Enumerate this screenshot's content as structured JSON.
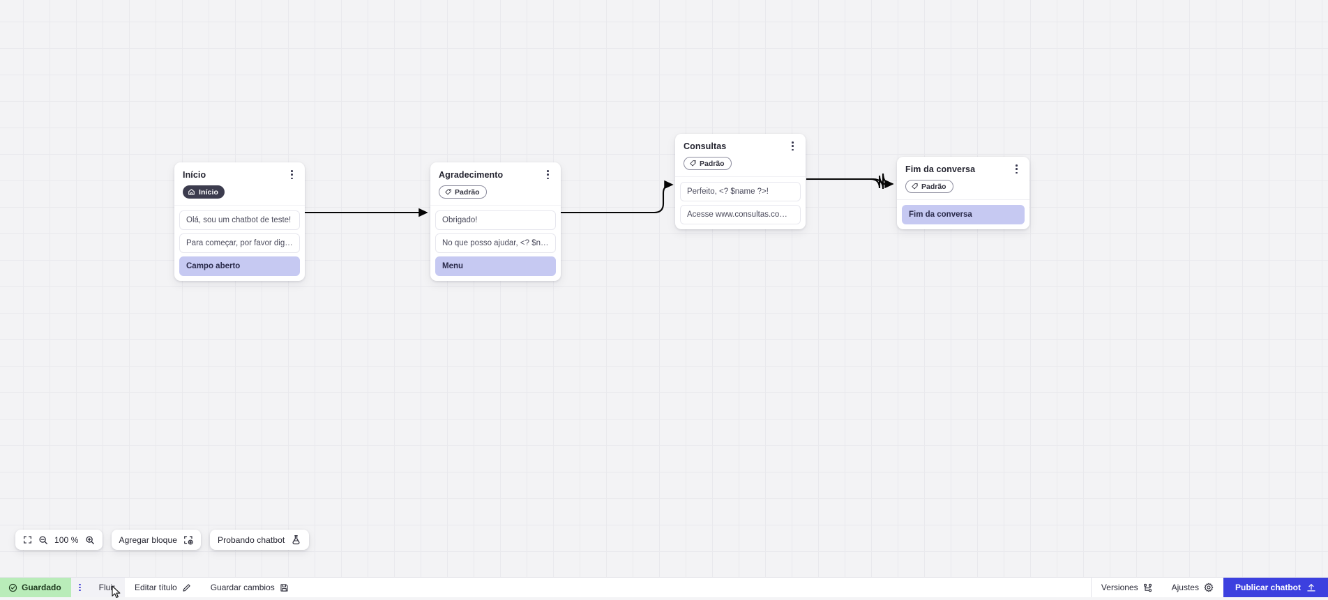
{
  "canvas": {
    "grid": true,
    "background_color": "#f3f3f5",
    "grid_color": "#e9e9ed",
    "accent_color": "#3c40df",
    "node_accent_row_color": "#c6c9f2"
  },
  "nodes": [
    {
      "id": "inicio",
      "title": "Início",
      "badge": {
        "type": "start",
        "label": "Início",
        "icon": "home-icon"
      },
      "rows": [
        {
          "text": "Olá, sou um chatbot de teste!",
          "accent": false
        },
        {
          "text": "Para começar, por favor digite o ...",
          "accent": false
        },
        {
          "text": "Campo aberto",
          "accent": true
        }
      ],
      "menu_icon": "kebab-menu-icon"
    },
    {
      "id": "agradecimento",
      "title": "Agradecimento",
      "badge": {
        "type": "default",
        "label": "Padrão",
        "icon": "tag-icon"
      },
      "rows": [
        {
          "text": "Obrigado!",
          "accent": false
        },
        {
          "text": "No que posso ajudar, <? $name ...",
          "accent": false
        },
        {
          "text": "Menu",
          "accent": true
        }
      ],
      "menu_icon": "kebab-menu-icon"
    },
    {
      "id": "consultas",
      "title": "Consultas",
      "badge": {
        "type": "default",
        "label": "Padrão",
        "icon": "tag-icon"
      },
      "rows": [
        {
          "text": "Perfeito, <? $name ?>!",
          "accent": false
        },
        {
          "text": "Acesse www.consultas.com par...",
          "accent": false
        }
      ],
      "menu_icon": "kebab-menu-icon"
    },
    {
      "id": "fim",
      "title": "Fim da conversa",
      "badge": {
        "type": "default",
        "label": "Padrão",
        "icon": "tag-icon"
      },
      "rows": [
        {
          "text": "Fim da conversa",
          "accent": true
        }
      ],
      "menu_icon": "kebab-menu-icon"
    }
  ],
  "toolbar": {
    "fullscreen_icon": "fullscreen-icon",
    "zoom_out_icon": "zoom-out-icon",
    "zoom_level": "100 %",
    "zoom_in_icon": "zoom-in-icon",
    "add_block_label": "Agregar bloque",
    "add_block_icon": "add-block-icon",
    "test_chatbot_label": "Probando chatbot",
    "test_chatbot_icon": "flask-icon"
  },
  "bottom_bar": {
    "saved_label": "Guardado",
    "saved_icon": "check-circle-icon",
    "saved_color": "#b9ecb9",
    "kebab_icon": "kebab-menu-icon",
    "flow_tab_label": "Fluir",
    "edit_title_label": "Editar título",
    "edit_title_icon": "pencil-icon",
    "save_changes_label": "Guardar cambios",
    "save_changes_icon": "save-icon",
    "versions_label": "Versiones",
    "versions_icon": "branch-icon",
    "settings_label": "Ajustes",
    "settings_icon": "gear-icon",
    "publish_label": "Publicar chatbot",
    "publish_icon": "upload-icon",
    "publish_color": "#3c40df"
  }
}
